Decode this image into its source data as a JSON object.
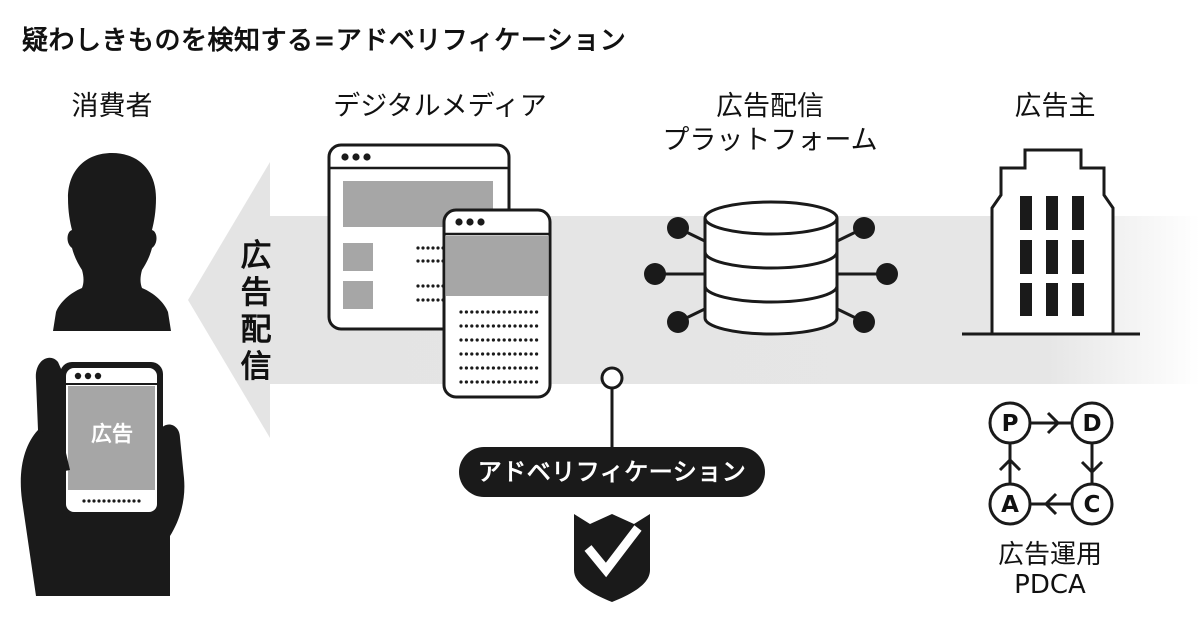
{
  "title": "疑わしきものを検知する=アドベリフィケーション",
  "columns": {
    "consumer": "消費者",
    "media": "デジタルメディア",
    "platform_line1": "広告配信",
    "platform_line2": "プラットフォーム",
    "advertiser": "広告主"
  },
  "flow_label": [
    "広",
    "告",
    "配",
    "信"
  ],
  "phone_ad_label": "広告",
  "verification_label": "アドベリフィケーション",
  "pdca": {
    "letters": [
      "P",
      "D",
      "C",
      "A"
    ],
    "caption_line1": "広告運用",
    "caption_line2": "PDCA"
  },
  "colors": {
    "ink": "#111111",
    "arrow_band": "#e6e6e6",
    "placeholder_gray": "#a6a6a6",
    "pill_fill": "#1a1a1a"
  },
  "icons": {
    "consumer": "person-silhouette-icon",
    "phone": "smartphone-in-hand-icon",
    "browser": "browser-window-icon",
    "mobile": "mobile-window-icon",
    "platform": "database-network-icon",
    "advertiser": "office-building-icon",
    "shield": "shield-check-icon",
    "pdca": "pdca-cycle-icon"
  }
}
